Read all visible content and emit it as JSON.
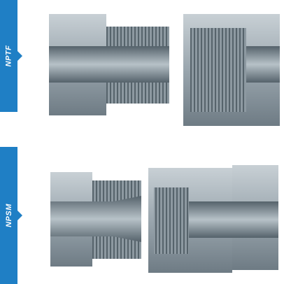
{
  "colors": {
    "accent": "#1f7fc5",
    "steel_dark": "#6e7b84",
    "steel_mid": "#9aa6ae",
    "steel_light": "#c8d0d5",
    "bore_dark": "#55626b"
  },
  "sections": [
    {
      "label": "NPTF",
      "icon": "cutaway-fitting-illustration"
    },
    {
      "label": "NPSM",
      "icon": "cutaway-fitting-illustration"
    }
  ]
}
